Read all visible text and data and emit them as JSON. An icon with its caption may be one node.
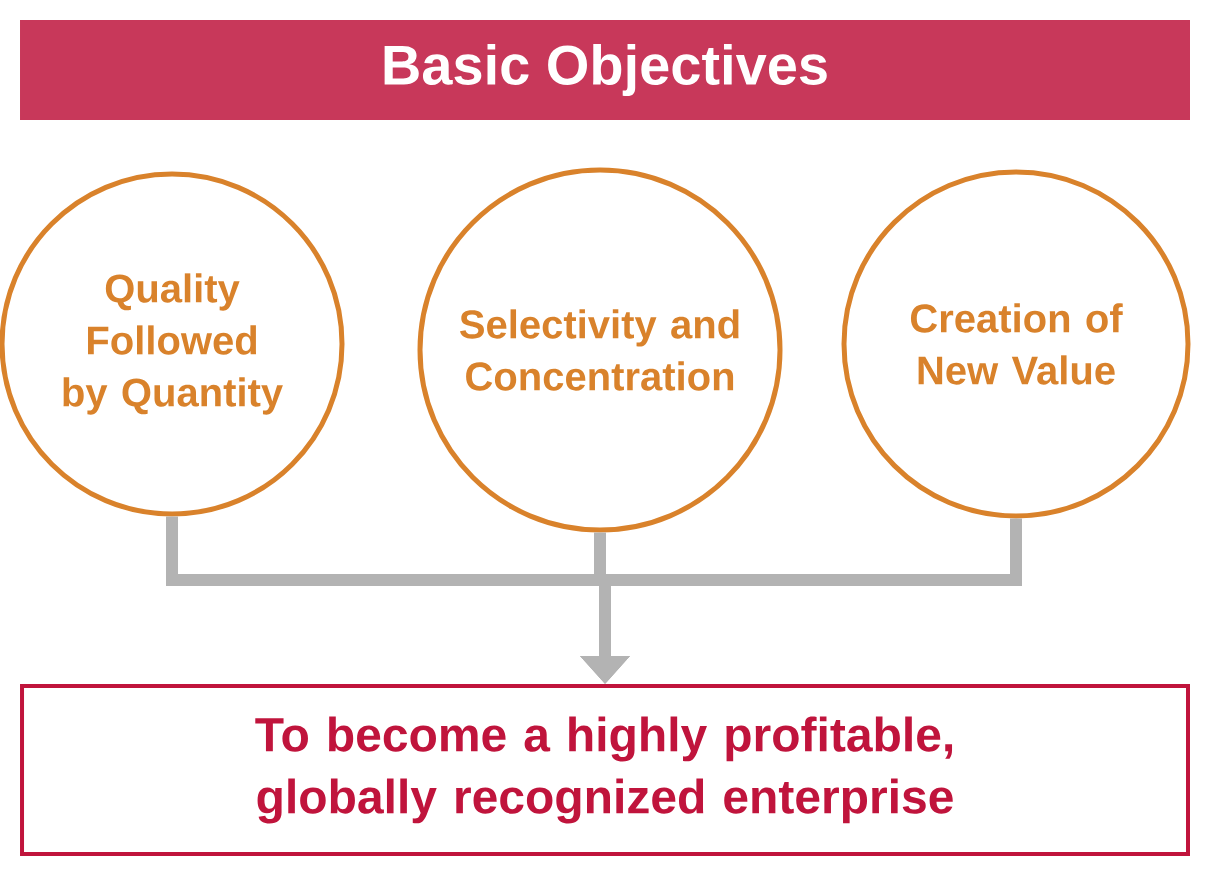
{
  "diagram": {
    "title": "Basic Objectives",
    "nodes": [
      {
        "text": [
          "Quality Followed by Quantity"
        ]
      },
      {
        "text": [
          "Selectivity and Concentration"
        ]
      },
      {
        "text": [
          "Creation of New Value"
        ]
      },
      {
        "text": [
          "To become a highly profitable, globally recognized enterprise"
        ]
      }
    ],
    "edges": [
      {
        "from": 0,
        "to": 3,
        "arrow": "to"
      },
      {
        "from": 1,
        "to": 3,
        "arrow": "to"
      },
      {
        "from": 2,
        "to": 3,
        "arrow": "to"
      }
    ]
  }
}
